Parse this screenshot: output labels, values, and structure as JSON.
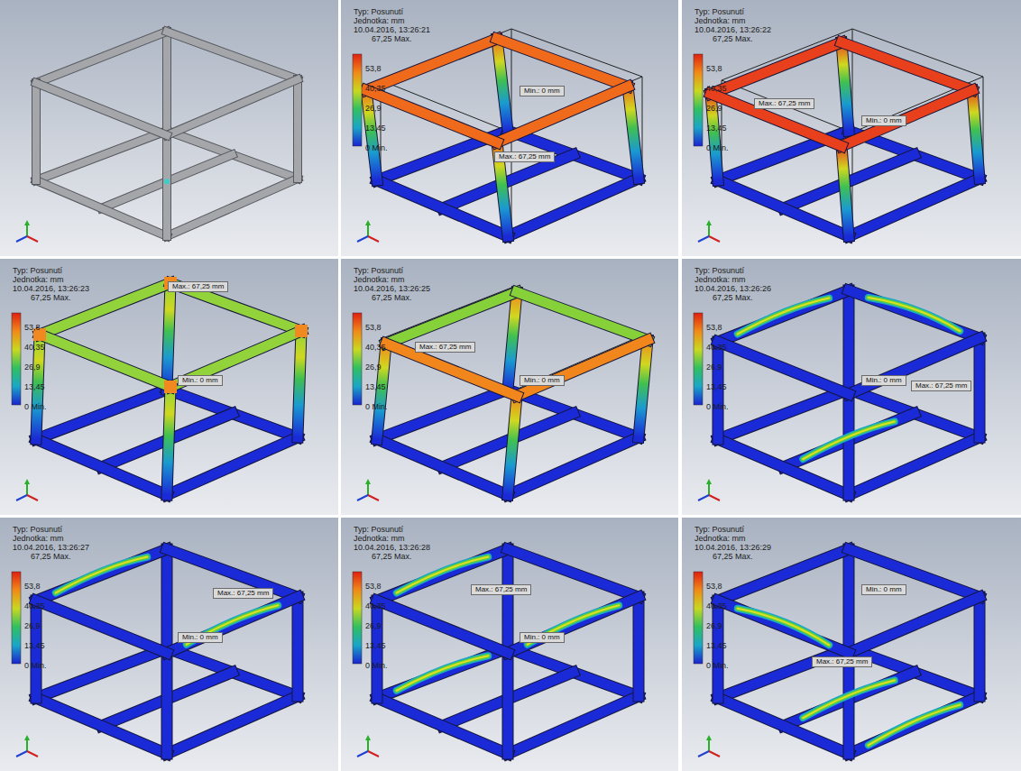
{
  "diagram": {
    "labels": [
      "Typ: Posunutí",
      "Jednotka: mm",
      "10.04.2016, 13:26:21",
      "67,25 Max.",
      "53,8",
      "40,35",
      "26,9",
      "13,45",
      "0 Min.",
      "Max.: 67,25 mm",
      "Min.: 0 mm",
      "Typ: Posunutí",
      "Jednotka: mm",
      "10.04.2016, 13:26:22",
      "67,25 Max.",
      "53,8",
      "40,35",
      "26,9",
      "13,45",
      "0 Min.",
      "Max.: 67,25 mm",
      "Min.: 0 mm",
      "Typ: Posunutí",
      "Jednotka: mm",
      "10.04.2016, 13:26:23",
      "67,25 Max.",
      "53,8",
      "40,35",
      "26,9",
      "13,45",
      "0 Min.",
      "Max.: 67,25 mm",
      "Min.: 0 mm",
      "Typ: Posunutí",
      "Jednotka: mm",
      "10.04.2016, 13:26:25",
      "67,25 Max.",
      "53,8",
      "40,35",
      "26,9",
      "13,45",
      "0 Min.",
      "Max.: 67,25 mm",
      "Min.: 0 mm",
      "Typ: Posunutí",
      "Jednotka: mm",
      "10.04.2016, 13:26:26",
      "67,25 Max.",
      "53,8",
      "40,35",
      "26,9",
      "13,45",
      "0 Min.",
      "Max.: 67,25 mm",
      "Min.: 0 mm",
      "Typ: Posunutí",
      "Jednotka: mm",
      "10.04.2016, 13:26:27",
      "67,25 Max.",
      "53,8",
      "40,35",
      "26,9",
      "13,45",
      "0 Min.",
      "Max.: 67,25 mm",
      "Min.: 0 mm",
      "Typ: Posunutí",
      "Jednotka: mm",
      "10.04.2016, 13:26:28",
      "67,25 Max.",
      "53,8",
      "40,35",
      "26,9",
      "13,45",
      "0 Min.",
      "Max.: 67,25 mm",
      "Min.: 0 mm",
      "Typ: Posunutí",
      "Jednotka: mm",
      "10.04.2016, 13:26:29",
      "67,25 Max.",
      "53,8",
      "40,35",
      "26,9",
      "13,45",
      "0 Min.",
      "Max.: 67,25 mm",
      "Min.: 0 mm"
    ]
  }
}
